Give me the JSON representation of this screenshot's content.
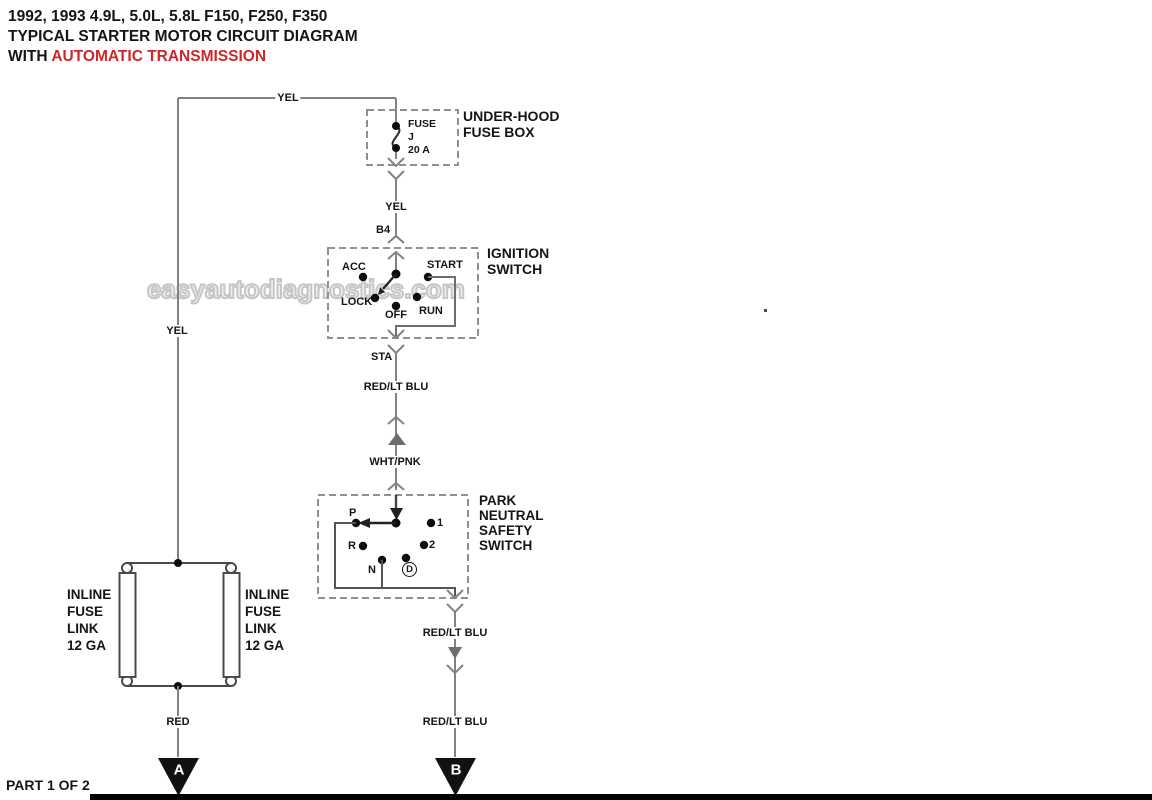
{
  "title": {
    "line1": "1992, 1993 4.9L, 5.0L, 5.8L F150, F250, F350",
    "line2": "TYPICAL STARTER MOTOR CIRCUIT DIAGRAM",
    "line3_prefix": "WITH",
    "line3_highlight": "AUTOMATIC TRANSMISSION"
  },
  "watermark": "easyautodiagnostics.com",
  "footer": {
    "part": "PART 1 OF 2"
  },
  "underhood_fuse_box": {
    "label1": "UNDER-HOOD",
    "label2": "FUSE BOX",
    "fuse_word": "FUSE",
    "fuse_id": "J",
    "fuse_amps": "20 A"
  },
  "ignition_switch": {
    "label1": "IGNITION",
    "label2": "SWITCH",
    "acc": "ACC",
    "lock": "LOCK",
    "off": "OFF",
    "run": "RUN",
    "start": "START"
  },
  "park_switch": {
    "label1": "PARK",
    "label2": "NEUTRAL",
    "label3": "SAFETY",
    "label4": "SWITCH",
    "p": "P",
    "r": "R",
    "n": "N",
    "d": "D",
    "one": "1",
    "two": "2"
  },
  "fuse_link_left": {
    "l1": "INLINE",
    "l2": "FUSE",
    "l3": "LINK",
    "l4": "12 GA"
  },
  "fuse_link_right": {
    "l1": "INLINE",
    "l2": "FUSE",
    "l3": "LINK",
    "l4": "12 GA"
  },
  "wires": {
    "yel_top": "YEL",
    "yel_left": "YEL",
    "yel_mid": "YEL",
    "b4": "B4",
    "sta": "STA",
    "redltblu_1": "RED/LT BLU",
    "whtpnk": "WHT/PNK",
    "redltblu_2": "RED/LT BLU",
    "redltblu_3": "RED/LT BLU",
    "red": "RED"
  },
  "connectors": {
    "a": "A",
    "b": "B"
  },
  "colors": {
    "highlight_red": "#d02528",
    "wire_gray": "#828282",
    "outline_dash_gray": "#909090",
    "connector_black": "#111111"
  }
}
